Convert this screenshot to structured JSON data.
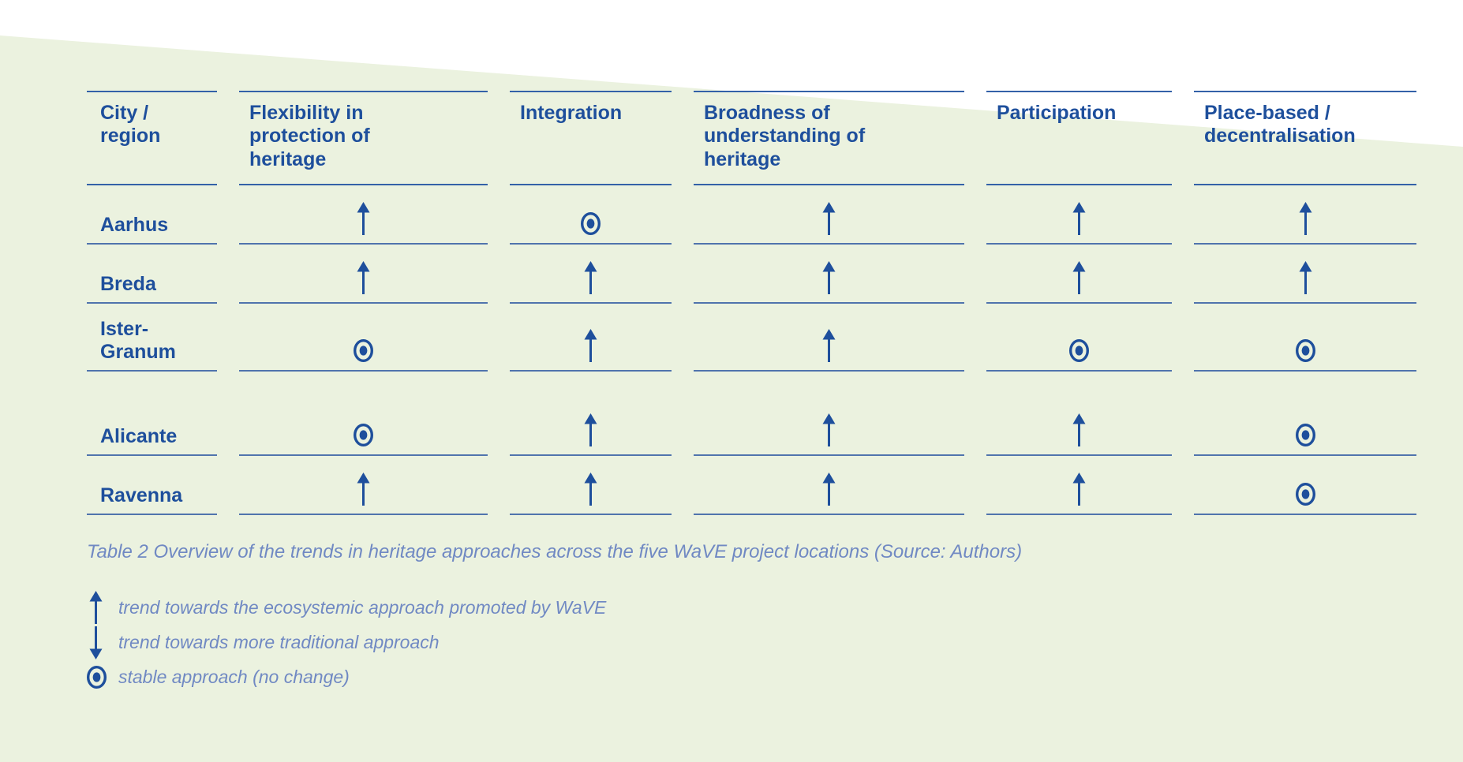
{
  "page": {
    "colors": {
      "background": "#ebf2df",
      "accent": "#1e4f9c",
      "line_header": "#3361a8",
      "line_row": "#5074ad",
      "caption": "#7089c3"
    }
  },
  "table": {
    "columns": [
      "City / region",
      "Flexibility in protection of heritage",
      "Integration",
      "Broadness of understanding of heritage",
      "Participation",
      "Place-based / decentralisation"
    ],
    "rows": [
      {
        "label": "Aarhus",
        "values": [
          "up",
          "stable",
          "up",
          "up",
          "up"
        ]
      },
      {
        "label": "Breda",
        "values": [
          "up",
          "up",
          "up",
          "up",
          "up"
        ]
      },
      {
        "label": "Ister-Granum",
        "values": [
          "stable",
          "up",
          "up",
          "stable",
          "stable"
        ]
      },
      {
        "label": "Alicante",
        "values": [
          "stable",
          "up",
          "up",
          "up",
          "stable"
        ]
      },
      {
        "label": "Ravenna",
        "values": [
          "up",
          "up",
          "up",
          "up",
          "stable"
        ]
      }
    ],
    "caption": "Table 2 Overview of the trends in heritage approaches across the five WaVE project locations (Source: Authors)"
  },
  "legend": [
    {
      "symbol": "up",
      "label": "trend towards the ecosystemic approach promoted by WaVE"
    },
    {
      "symbol": "down",
      "label": "trend towards more traditional approach"
    },
    {
      "symbol": "stable",
      "label": "stable approach (no change)"
    }
  ]
}
